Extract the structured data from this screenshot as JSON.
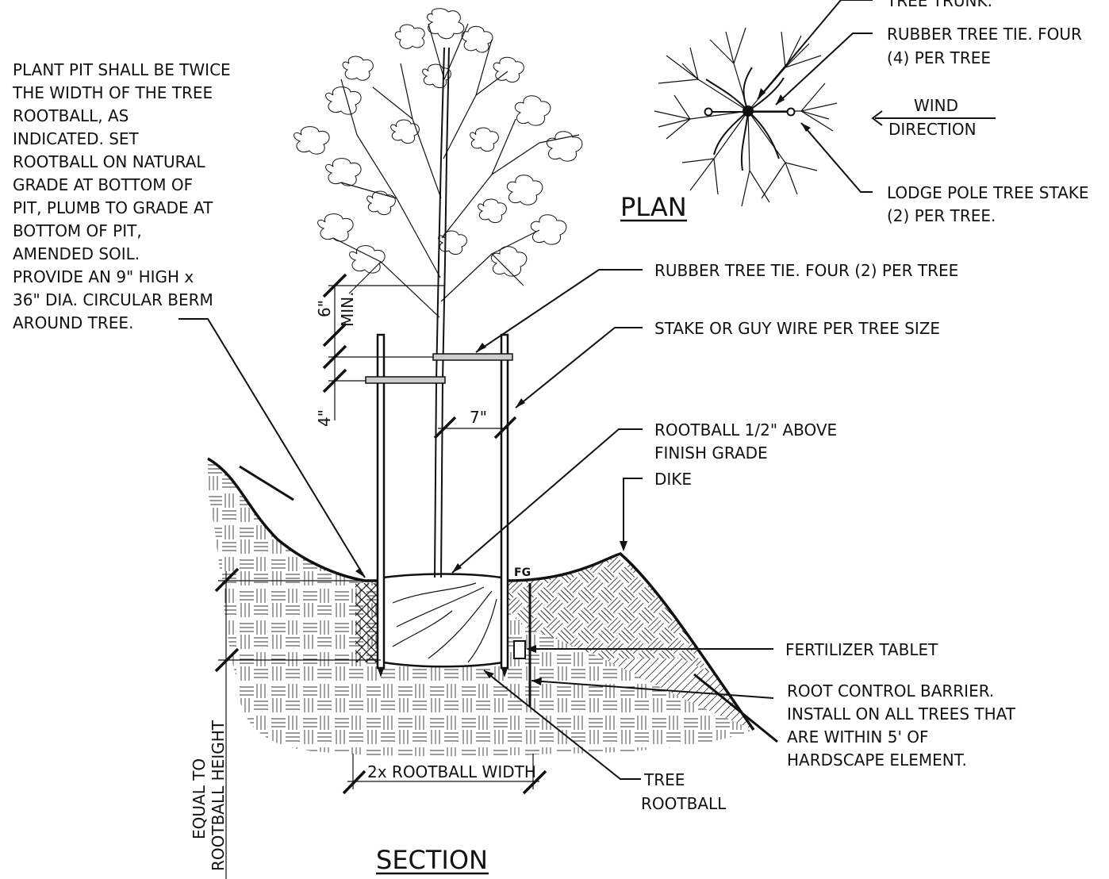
{
  "plan": {
    "title": "PLAN",
    "wind": {
      "line1": "WIND",
      "line2": "DIRECTION"
    },
    "callouts": {
      "trunk": "TREE TRUNK.",
      "tie": [
        "RUBBER TREE TIE.  FOUR",
        "(4) PER TREE"
      ],
      "stake": [
        "LODGE POLE TREE STAKE",
        "(2) PER TREE."
      ]
    }
  },
  "section": {
    "title": "SECTION",
    "pit_note": [
      "PLANT PIT SHALL BE TWICE",
      "THE WIDTH OF THE TREE",
      "ROOTBALL, AS",
      "INDICATED. SET",
      "ROOTBALL ON NATURAL",
      "GRADE AT BOTTOM OF",
      "PIT, PLUMB TO GRADE AT",
      "BOTTOM OF PIT,",
      "AMENDED  SOIL.",
      "PROVIDE AN 9\" HIGH  x",
      "36\" DIA. CIRCULAR BERM",
      "AROUND TREE."
    ],
    "callouts": {
      "rubber_tie": "RUBBER TREE TIE.  FOUR (2) PER TREE",
      "stake": "STAKE OR GUY WIRE PER TREE SIZE",
      "rootball_above": [
        "ROOTBALL 1/2\" ABOVE",
        "FINISH GRADE"
      ],
      "dike": "DIKE",
      "fertilizer": "FERTILIZER TABLET",
      "barrier": [
        "ROOT CONTROL BARRIER.",
        "INSTALL ON ALL TREES THAT",
        "ARE WITHIN 5' OF",
        "HARDSCAPE ELEMENT."
      ],
      "tree_rootball": [
        "TREE",
        "ROOTBALL"
      ]
    },
    "dims": {
      "min": "6\"",
      "min_label": "MIN.",
      "four": "4\"",
      "seven": "7\"",
      "fg": "FG",
      "width": "2x ROOTBALL WIDTH",
      "height": [
        "EQUAL TO",
        "ROOTBALL HEIGHT"
      ]
    }
  }
}
